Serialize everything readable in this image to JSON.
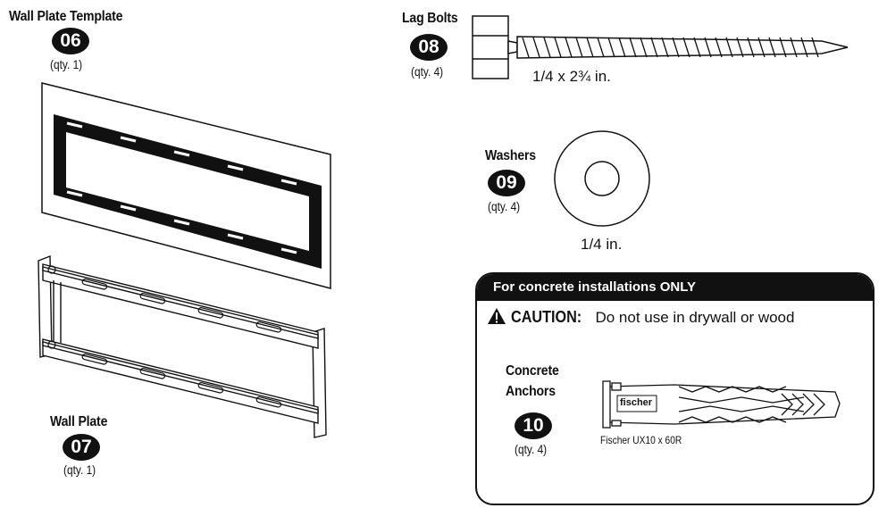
{
  "parts": {
    "wall_plate_template": {
      "title": "Wall Plate Template",
      "number": "06",
      "qty": "(qty. 1)"
    },
    "wall_plate": {
      "title": "Wall Plate",
      "number": "07",
      "qty": "(qty. 1)"
    },
    "lag_bolts": {
      "title": "Lag Bolts",
      "number": "08",
      "qty": "(qty. 4)",
      "size": "1/4 x 2¾ in."
    },
    "washers": {
      "title": "Washers",
      "number": "09",
      "qty": "(qty. 4)",
      "size": "1/4 in."
    },
    "concrete_anchors": {
      "title_line1": "Concrete",
      "title_line2": "Anchors",
      "number": "10",
      "qty": "(qty. 4)",
      "model": "Fischer UX10 x 60R",
      "brand": "fischer"
    }
  },
  "concrete_panel": {
    "header": "For concrete installations ONLY",
    "caution_label": "CAUTION:",
    "caution_text": "Do not use in drywall or wood"
  }
}
